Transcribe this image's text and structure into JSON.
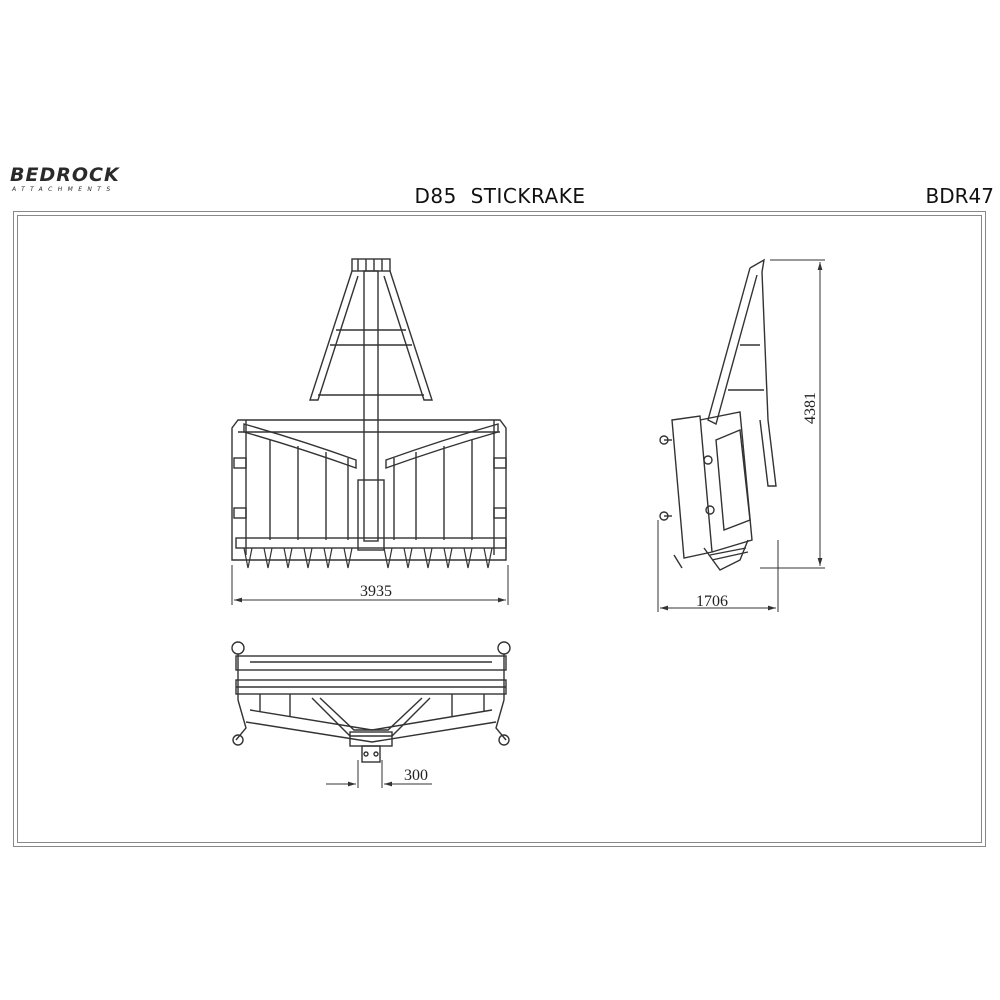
{
  "header": {
    "logo_text": "BEDROCK",
    "logo_subtext": "ATTACHMENTS",
    "title": "D85  STICKRAKE",
    "code": "BDR47"
  },
  "dimensions": {
    "front_width": "3935",
    "side_height": "4381",
    "side_depth": "1706",
    "pin_spacing": "300"
  },
  "colors": {
    "line": "#333333",
    "accent": "#e7a21b"
  }
}
